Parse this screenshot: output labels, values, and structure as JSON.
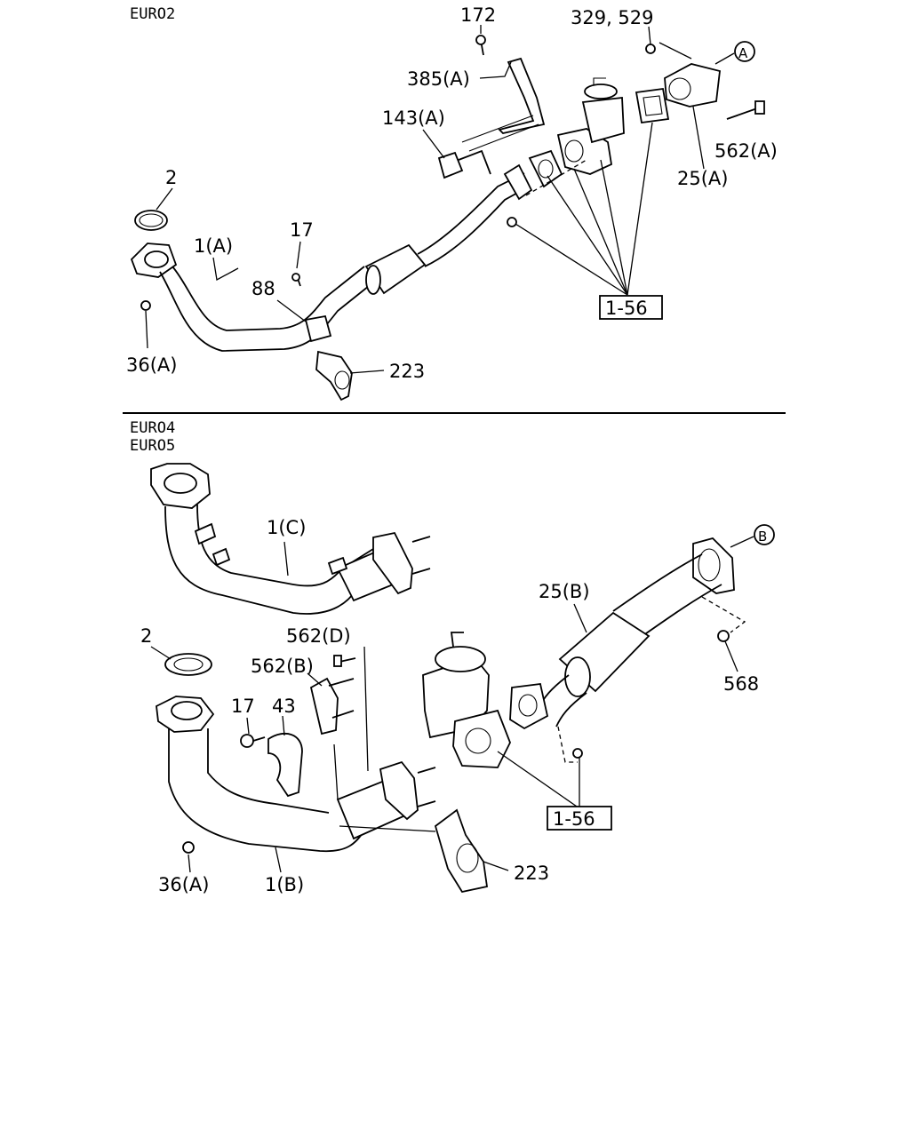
{
  "sections": {
    "euro2": "EURO2",
    "euro4": "EURO4",
    "euro5": "EURO5"
  },
  "top": {
    "l172": "172",
    "l329_529": "329, 529",
    "lA": "A",
    "l385A": "385(A)",
    "l143A": "143(A)",
    "l562A": "562(A)",
    "l25A": "25(A)",
    "l2": "2",
    "l1A": "1(A)",
    "l17": "17",
    "l88": "88",
    "l36A": "36(A)",
    "l223": "223",
    "l156": "1-56"
  },
  "bottom": {
    "l1C": "1(C)",
    "lB": "B",
    "l25B": "25(B)",
    "l2": "2",
    "l562D": "562(D)",
    "l562B": "562(B)",
    "l17": "17",
    "l43": "43",
    "l568": "568",
    "l156": "1-56",
    "l36A": "36(A)",
    "l1B": "1(B)",
    "l223": "223"
  }
}
